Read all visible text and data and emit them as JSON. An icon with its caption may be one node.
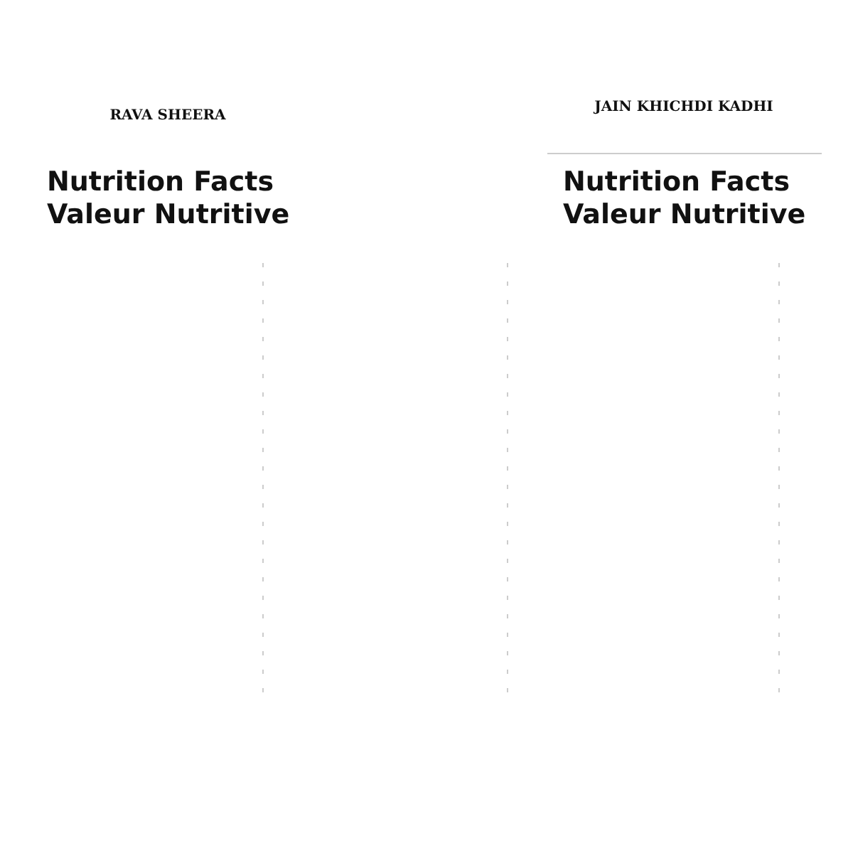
{
  "diagram": {
    "labels": [
      "RAVA SHEERA",
      "JAIN KHICHDI KADHI",
      "Nutrition Facts",
      "Valeur Nutritive",
      "Nutrition Facts",
      "Valeur Nutritive"
    ]
  }
}
